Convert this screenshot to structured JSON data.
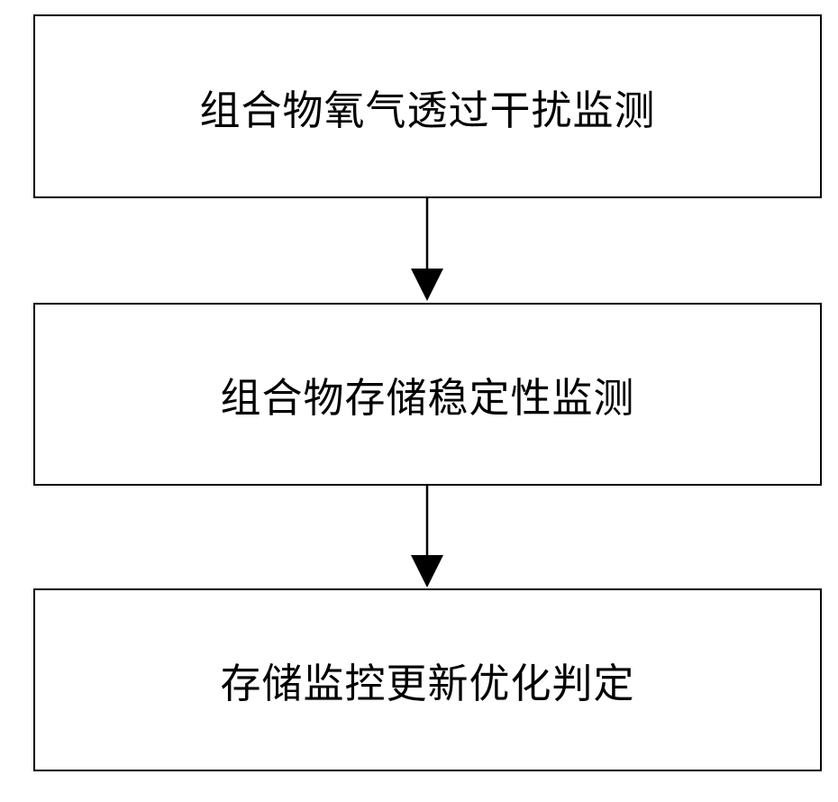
{
  "diagram": {
    "steps": [
      {
        "label": "组合物氧气透过干扰监测"
      },
      {
        "label": "组合物存储稳定性监测"
      },
      {
        "label": "存储监控更新优化判定"
      }
    ],
    "colors": {
      "stroke": "#000000",
      "fill": "#ffffff",
      "text": "#000000"
    }
  }
}
